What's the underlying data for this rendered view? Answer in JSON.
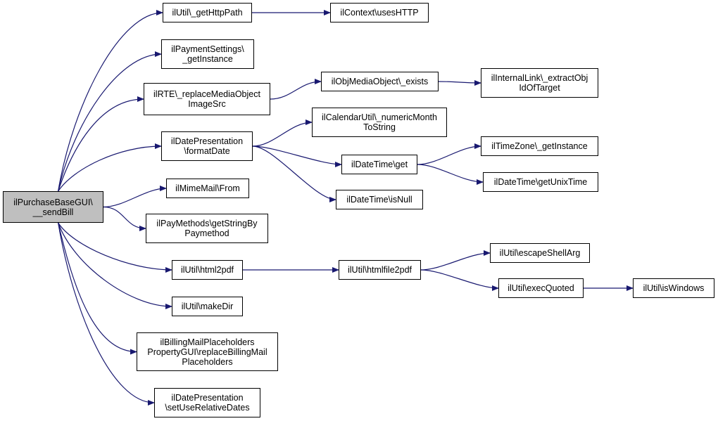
{
  "colors": {
    "edge": "#191970",
    "root_fill": "#bfbfbf",
    "node_fill": "#ffffff",
    "border": "#000000"
  },
  "nodes": {
    "root": {
      "lines": [
        "ilPurchaseBaseGUI\\",
        "__sendBill"
      ]
    },
    "gethttppath": {
      "lines": [
        "ilUtil\\_getHttpPath"
      ]
    },
    "useshttp": {
      "lines": [
        "ilContext\\usesHTTP"
      ]
    },
    "paysettings": {
      "lines": [
        "ilPaymentSettings\\",
        "_getInstance"
      ]
    },
    "rte": {
      "lines": [
        "ilRTE\\_replaceMediaObject",
        "ImageSrc"
      ]
    },
    "objexists": {
      "lines": [
        "ilObjMediaObject\\_exists"
      ]
    },
    "intlink": {
      "lines": [
        "ilInternalLink\\_extractObj",
        "IdOfTarget"
      ]
    },
    "calutil": {
      "lines": [
        "ilCalendarUtil\\_numericMonth",
        "ToString"
      ]
    },
    "formatdate": {
      "lines": [
        "ilDatePresentation",
        "\\formatDate"
      ]
    },
    "tzinst": {
      "lines": [
        "ilTimeZone\\_getInstance"
      ]
    },
    "dtget": {
      "lines": [
        "ilDateTime\\get"
      ]
    },
    "unixtime": {
      "lines": [
        "ilDateTime\\getUnixTime"
      ]
    },
    "mimefrom": {
      "lines": [
        "ilMimeMail\\From"
      ]
    },
    "isnull": {
      "lines": [
        "ilDateTime\\isNull"
      ]
    },
    "paymethods": {
      "lines": [
        "ilPayMethods\\getStringBy",
        "Paymethod"
      ]
    },
    "escarg": {
      "lines": [
        "ilUtil\\escapeShellArg"
      ]
    },
    "html2pdf": {
      "lines": [
        "ilUtil\\html2pdf"
      ]
    },
    "htmlfile2pdf": {
      "lines": [
        "ilUtil\\htmlfile2pdf"
      ]
    },
    "execquoted": {
      "lines": [
        "ilUtil\\execQuoted"
      ]
    },
    "iswindows": {
      "lines": [
        "ilUtil\\isWindows"
      ]
    },
    "makedir": {
      "lines": [
        "ilUtil\\makeDir"
      ]
    },
    "billing": {
      "lines": [
        "ilBillingMailPlaceholders",
        "PropertyGUI\\replaceBillingMail",
        "Placeholders"
      ]
    },
    "relative": {
      "lines": [
        "ilDatePresentation",
        "\\setUseRelativeDates"
      ]
    }
  },
  "edges": [
    [
      "root",
      "gethttppath"
    ],
    [
      "root",
      "paysettings"
    ],
    [
      "root",
      "rte"
    ],
    [
      "root",
      "formatdate"
    ],
    [
      "root",
      "mimefrom"
    ],
    [
      "root",
      "paymethods"
    ],
    [
      "root",
      "html2pdf"
    ],
    [
      "root",
      "makedir"
    ],
    [
      "root",
      "billing"
    ],
    [
      "root",
      "relative"
    ],
    [
      "gethttppath",
      "useshttp"
    ],
    [
      "rte",
      "objexists"
    ],
    [
      "objexists",
      "intlink"
    ],
    [
      "formatdate",
      "calutil"
    ],
    [
      "formatdate",
      "dtget"
    ],
    [
      "formatdate",
      "isnull"
    ],
    [
      "dtget",
      "tzinst"
    ],
    [
      "dtget",
      "unixtime"
    ],
    [
      "html2pdf",
      "htmlfile2pdf"
    ],
    [
      "htmlfile2pdf",
      "escarg"
    ],
    [
      "htmlfile2pdf",
      "execquoted"
    ],
    [
      "execquoted",
      "iswindows"
    ]
  ]
}
